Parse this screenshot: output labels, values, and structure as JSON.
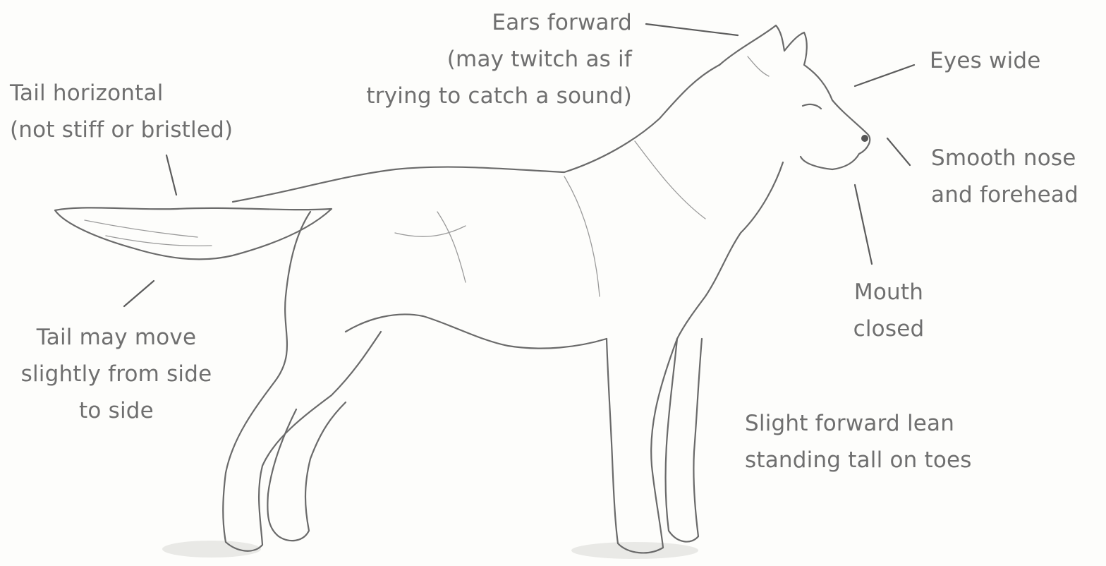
{
  "labels": {
    "ears": [
      "Ears forward",
      "(may twitch as if",
      "trying to catch a sound)"
    ],
    "eyes": "Eyes wide",
    "tail_horizontal": [
      "Tail horizontal",
      "(not stiff or bristled)"
    ],
    "nose": [
      "Smooth nose",
      "and forehead"
    ],
    "mouth": [
      "Mouth",
      "closed"
    ],
    "tail_move": [
      "Tail may move",
      "slightly from side",
      "to side"
    ],
    "stance": [
      "Slight forward lean",
      "standing tall on toes"
    ]
  },
  "colors": {
    "text": "#6f6f6f",
    "line": "#5c5c5c",
    "background": "#fdfdfb"
  }
}
